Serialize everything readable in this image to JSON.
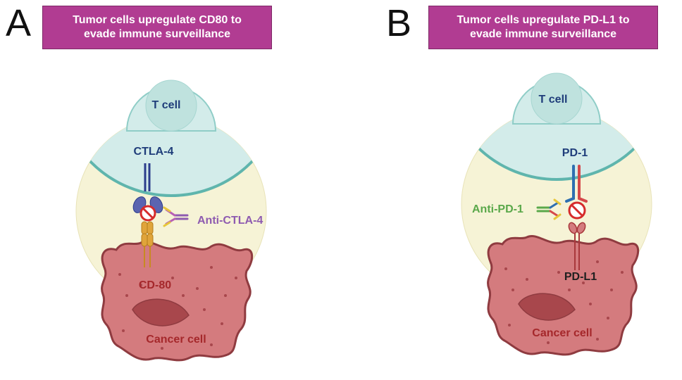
{
  "panel_a": {
    "letter": "A",
    "title_line1": "Tumor cells upregulate CD80 to",
    "title_line2": "evade immune surveillance",
    "t_cell_label": "T cell",
    "receptor_label": "CTLA-4",
    "drug_label": "Anti-CTLA-4",
    "ligand_label": "CD-80",
    "cancer_label": "Cancer cell"
  },
  "panel_b": {
    "letter": "B",
    "title_line1": "Tumor cells upregulate PD-L1 to",
    "title_line2": "evade immune surveillance",
    "t_cell_label": "T cell",
    "receptor_label": "PD-1",
    "drug_label": "Anti-PD-1",
    "ligand_label": "PD-L1",
    "cancer_label": "Cancer cell"
  },
  "colors": {
    "banner": "#b13c92",
    "background_circle": "#f6f3d6",
    "t_cell": "#d3ecea",
    "t_cell_border": "#5fb5ad",
    "cancer_cell": "#d47b7e",
    "cancer_border": "#8f3b40",
    "ctla4": "#2b3d8c",
    "cd80": "#e0a43a",
    "antibody_purple": "#8e5bb0",
    "pd1_blue": "#2e6fb0",
    "pd1_red": "#d5484a",
    "anti_pd1_green": "#5aa84a",
    "pdl1": "#a8383c",
    "inhibit": "#d62b2b"
  }
}
